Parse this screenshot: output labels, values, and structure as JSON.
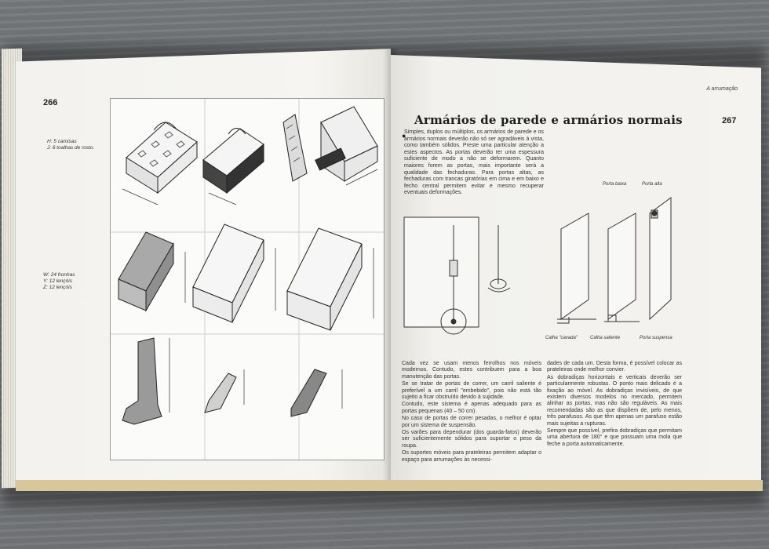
{
  "left_page": {
    "page_number": "266",
    "note_top": [
      "H: 5 camisas",
      "J: 6 toalhas de rosto."
    ],
    "note_bottom": [
      "W: 24 fronhas",
      "Y: 12 lençóis",
      "Z: 12 lençóis"
    ]
  },
  "right_page": {
    "running_head": "A arrumação",
    "page_number": "267",
    "title": "Armários de parede e armários normais",
    "intro": "Simples, duplos ou múltiplos, os armários de parede e os armários normais deverão não só ser agradáveis à vista, como também sólidos. Preste uma particular atenção a estes aspectos. As portas deverão ter uma espessura suficiente de modo a não se deformarem. Quanto maiores forem as portas, mais importante será a qualidade das fechaduras. Para portas altas, as fechaduras com trancas giratórias em cima e em baixo e fecho central permitem evitar e mesmo recuperar eventuais deformações.",
    "diagram_labels": {
      "porta_baixa": "Porta baixa",
      "porta_alta": "Porta alta",
      "calha_cavada": "Calha \"cavada\"",
      "calha_saliente": "Calha saliente",
      "porta_suspensa": "Porta suspensa"
    },
    "col1": [
      "Cada vez se usam menos ferrolhos nos móveis modernos. Contudo, estes contribuem para a boa manutenção das portas.",
      "Se se tratar de portas de correr, um carril saliente é preferível a um carril \"embebido\", pois não está tão sujeito a ficar obstruído devido à sujidade.",
      "Contudo, este sistema é apenas adequado para as portas pequenas (40 – 50 cm).",
      "No caso de portas de correr pesadas, o melhor é optar por um sistema de suspensão.",
      "Os varões para dependurar (dos guarda-fatos) deverão ser suficientemente sólidos para suportar o peso da roupa.",
      "Os suportes móveis para prateleiras permitem adaptar o espaço para arrumações às necessi-"
    ],
    "col2": [
      "dades de cada um. Desta forma, é possível colocar as prateleiras onde melhor convier.",
      "As dobradiças horizontais e verticais deverão ser particularmente robustas. O ponto mais delicado é a fixação ao móvel. As dobradiças invisíveis, de que existem diversos modelos no mercado, permitem alinhar as portas, mas não são reguláveis. As mais recomendadas são as que dispõem de, pelo menos, três parafusos. As que têm apenas um parafuso estão mais sujeitas a rupturas.",
      "Sempre que possível, prefira dobradiças que permitam uma abertura de 180° e que possuam uma mola que feche a porta automaticamente."
    ]
  },
  "colors": {
    "page": "#f4f3ef",
    "ink": "#222222",
    "wood": "#717477",
    "illustration_fill": "#9a9a9a"
  }
}
